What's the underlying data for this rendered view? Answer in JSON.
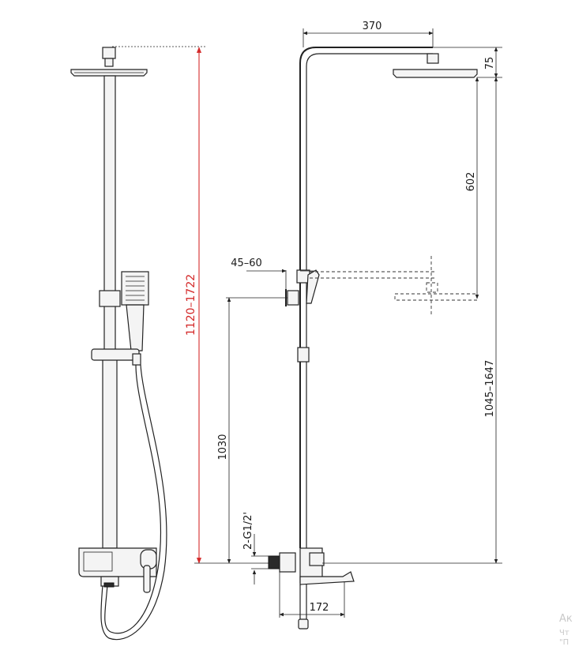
{
  "dimensions": {
    "arm_reach": "370",
    "head_thickness": "75",
    "head_adjust": "602",
    "wall_offset": "45–60",
    "total_height": "1120–1722",
    "inlet_height": "1030",
    "head_height": "1045–1647",
    "inlet_thread": "2-G1/2'",
    "inlet_spacing": "172"
  },
  "watermark": {
    "line1": "Ак",
    "line2": "Чт",
    "line3": "\"П"
  },
  "colors": {
    "outline": "#222222",
    "highlight_dimension": "#d42a2a"
  }
}
